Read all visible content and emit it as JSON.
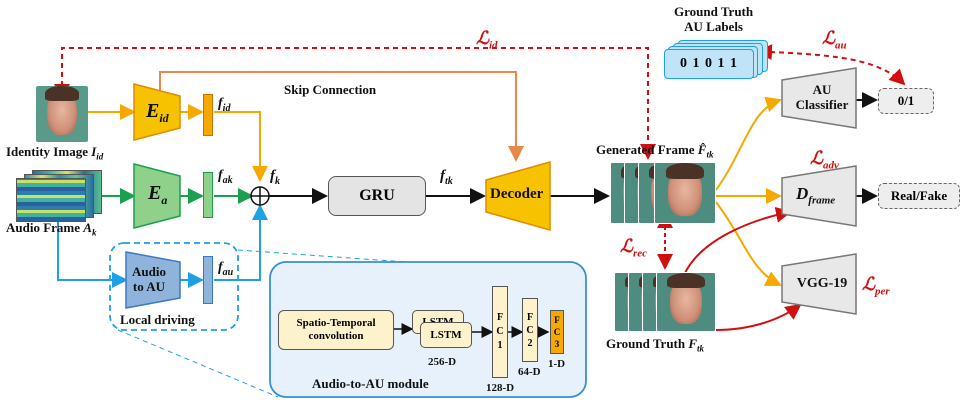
{
  "labels": {
    "identity_image": "Identity Image ",
    "identity_sym": "I",
    "identity_sub": "id",
    "audio_frame": "Audio Frame ",
    "audio_sym": "A",
    "audio_sub": "k",
    "skip_connection": "Skip Connection",
    "local_driving": "Local driving",
    "generated_frame": "Generated Frame ",
    "generated_sym": "F̂",
    "generated_sub": "tk",
    "ground_truth_frame": "Ground Truth ",
    "gt_sym": "F",
    "gt_sub": "tk",
    "gt_au_line1": "Ground Truth",
    "gt_au_line2": "AU Labels",
    "au_module_title": "Audio-to-AU module"
  },
  "encoders": {
    "e_id": {
      "sym": "E",
      "sub": "id"
    },
    "e_a": {
      "sym": "E",
      "sub": "a"
    }
  },
  "features": {
    "f_id": {
      "sym": "f",
      "sub": "id"
    },
    "f_ak": {
      "sym": "f",
      "sub": "ak"
    },
    "f_k": {
      "sym": "f",
      "sub": "k"
    },
    "f_tk": {
      "sym": "f",
      "sub": "tk"
    },
    "f_au": {
      "sym": "f",
      "sub": "au"
    }
  },
  "blocks": {
    "gru": "GRU",
    "decoder": "Decoder",
    "audio_to_au_line1": "Audio",
    "audio_to_au_line2": "to AU",
    "au_classifier_line1": "AU",
    "au_classifier_line2": "Classifier",
    "d_frame_sym": "D",
    "d_frame_sub": "frame",
    "vgg": "VGG-19",
    "au_output": "0/1",
    "real_fake": "Real/Fake",
    "au_labels_value": "0 1 0 1 1"
  },
  "losses": {
    "id": {
      "sym": "ℒ",
      "sub": "id"
    },
    "au": {
      "sym": "ℒ",
      "sub": "au"
    },
    "adv": {
      "sym": "ℒ",
      "sub": "adv"
    },
    "rec": {
      "sym": "ℒ",
      "sub": "rec"
    },
    "per": {
      "sym": "ℒ",
      "sub": "per"
    }
  },
  "module": {
    "spatio_line1": "Spatio-Temporal",
    "spatio_line2": "convolution",
    "lstm_back": "LSTM",
    "lstm_front": "LSTM",
    "lstm_dim": "256-D",
    "fc1_letters": [
      "F",
      "C",
      "1"
    ],
    "fc1_dim": "128-D",
    "fc2_letters": [
      "F",
      "C",
      "2"
    ],
    "fc2_dim": "64-D",
    "fc3_letters": [
      "F",
      "C",
      "3"
    ],
    "fc3_dim": "1-D"
  },
  "colors": {
    "identity_path": "#f5a800",
    "audio_path": "#1aa050",
    "au_path": "#1ea0e6",
    "skip_path": "#e8884a",
    "loss_red": "#d01010",
    "e_id_fill": "#f7c200",
    "e_a_fill": "#8fd18a",
    "audio_au_fill": "#8fb4dc",
    "gru_fill": "#e4e4e4",
    "decoder_fill": "#f7c200",
    "module_bg": "#e6f1fb",
    "module_border": "#3a8ed4",
    "fc_fill": "#fdf2cc",
    "fc3_fill": "#f5a800",
    "au_labels_fill": "#bfe3f7"
  }
}
